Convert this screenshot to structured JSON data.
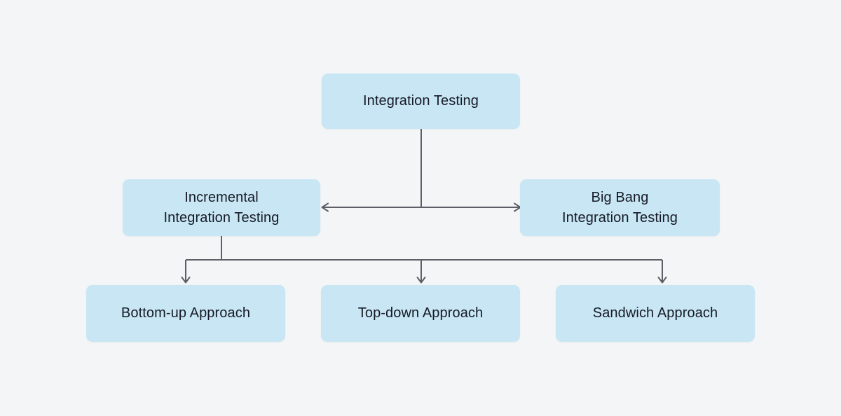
{
  "diagram": {
    "type": "flowchart",
    "colors": {
      "background": "#f3f5f7",
      "node_fill": "#c8e6f4",
      "node_text": "#161b26",
      "connector": "#5b5f66"
    },
    "nodes": [
      {
        "id": "integration-testing",
        "label": "Integration Testing"
      },
      {
        "id": "incremental-integration-testing",
        "label": "Incremental\nIntegration Testing"
      },
      {
        "id": "big-bang-integration-testing",
        "label": "Big Bang\nIntegration Testing"
      },
      {
        "id": "bottom-up-approach",
        "label": "Bottom-up Approach"
      },
      {
        "id": "top-down-approach",
        "label": "Top-down Approach"
      },
      {
        "id": "sandwich-approach",
        "label": "Sandwich Approach"
      }
    ],
    "edges": [
      {
        "from": "integration-testing",
        "to": "incremental-integration-testing",
        "arrow": "to"
      },
      {
        "from": "integration-testing",
        "to": "big-bang-integration-testing",
        "arrow": "to"
      },
      {
        "from": "incremental-integration-testing",
        "to": "bottom-up-approach",
        "arrow": "to"
      },
      {
        "from": "incremental-integration-testing",
        "to": "top-down-approach",
        "arrow": "to"
      },
      {
        "from": "incremental-integration-testing",
        "to": "sandwich-approach",
        "arrow": "to"
      }
    ]
  }
}
